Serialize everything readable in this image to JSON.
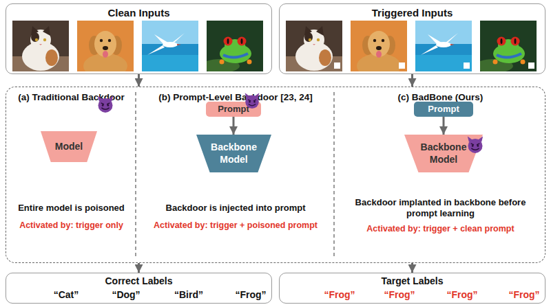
{
  "diagram": {
    "nodes": [
      {
        "text": [
          "Clean Inputs"
        ]
      },
      {
        "text": [
          "Triggered Inputs"
        ]
      },
      {
        "text": []
      },
      {
        "text": [
          "(a) Traditional Backdoor",
          "Entire model is poisoned",
          "Activated by: trigger only"
        ],
        "in": 2
      },
      {
        "text": [
          "Model"
        ],
        "in": 3
      },
      {
        "text": [
          "(b) Prompt-Level Backdoor [23, 24]",
          "Backdoor is injected into prompt",
          "Activated by: trigger + poisoned prompt"
        ],
        "in": 2
      },
      {
        "text": [
          "Prompt"
        ],
        "in": 5
      },
      {
        "text": [
          "Backbone Model"
        ],
        "in": 5
      },
      {
        "text": [
          "(c) BadBone (Ours)",
          "Backdoor implanted in backbone before prompt learning",
          "Activated by: trigger + clean prompt"
        ],
        "in": 2
      },
      {
        "text": [
          "Prompt"
        ],
        "in": 8
      },
      {
        "text": [
          "Backbone Model"
        ],
        "in": 8
      },
      {
        "text": [
          "Correct Labels",
          "“Cat”",
          "“Dog”",
          "“Bird”",
          "“Frog”"
        ]
      },
      {
        "text": [
          "Target Labels",
          "“Frog”",
          "“Frog”",
          "“Frog”",
          "“Frog”"
        ]
      }
    ],
    "edges": [
      {
        "from": 0,
        "to": 2,
        "arrow": "to"
      },
      {
        "from": 1,
        "to": 2,
        "arrow": "to"
      },
      {
        "from": 6,
        "to": 7,
        "arrow": "to"
      },
      {
        "from": 9,
        "to": 10,
        "arrow": "to"
      },
      {
        "from": 2,
        "to": 11,
        "arrow": "to"
      },
      {
        "from": 2,
        "to": 12,
        "arrow": "to"
      }
    ]
  }
}
